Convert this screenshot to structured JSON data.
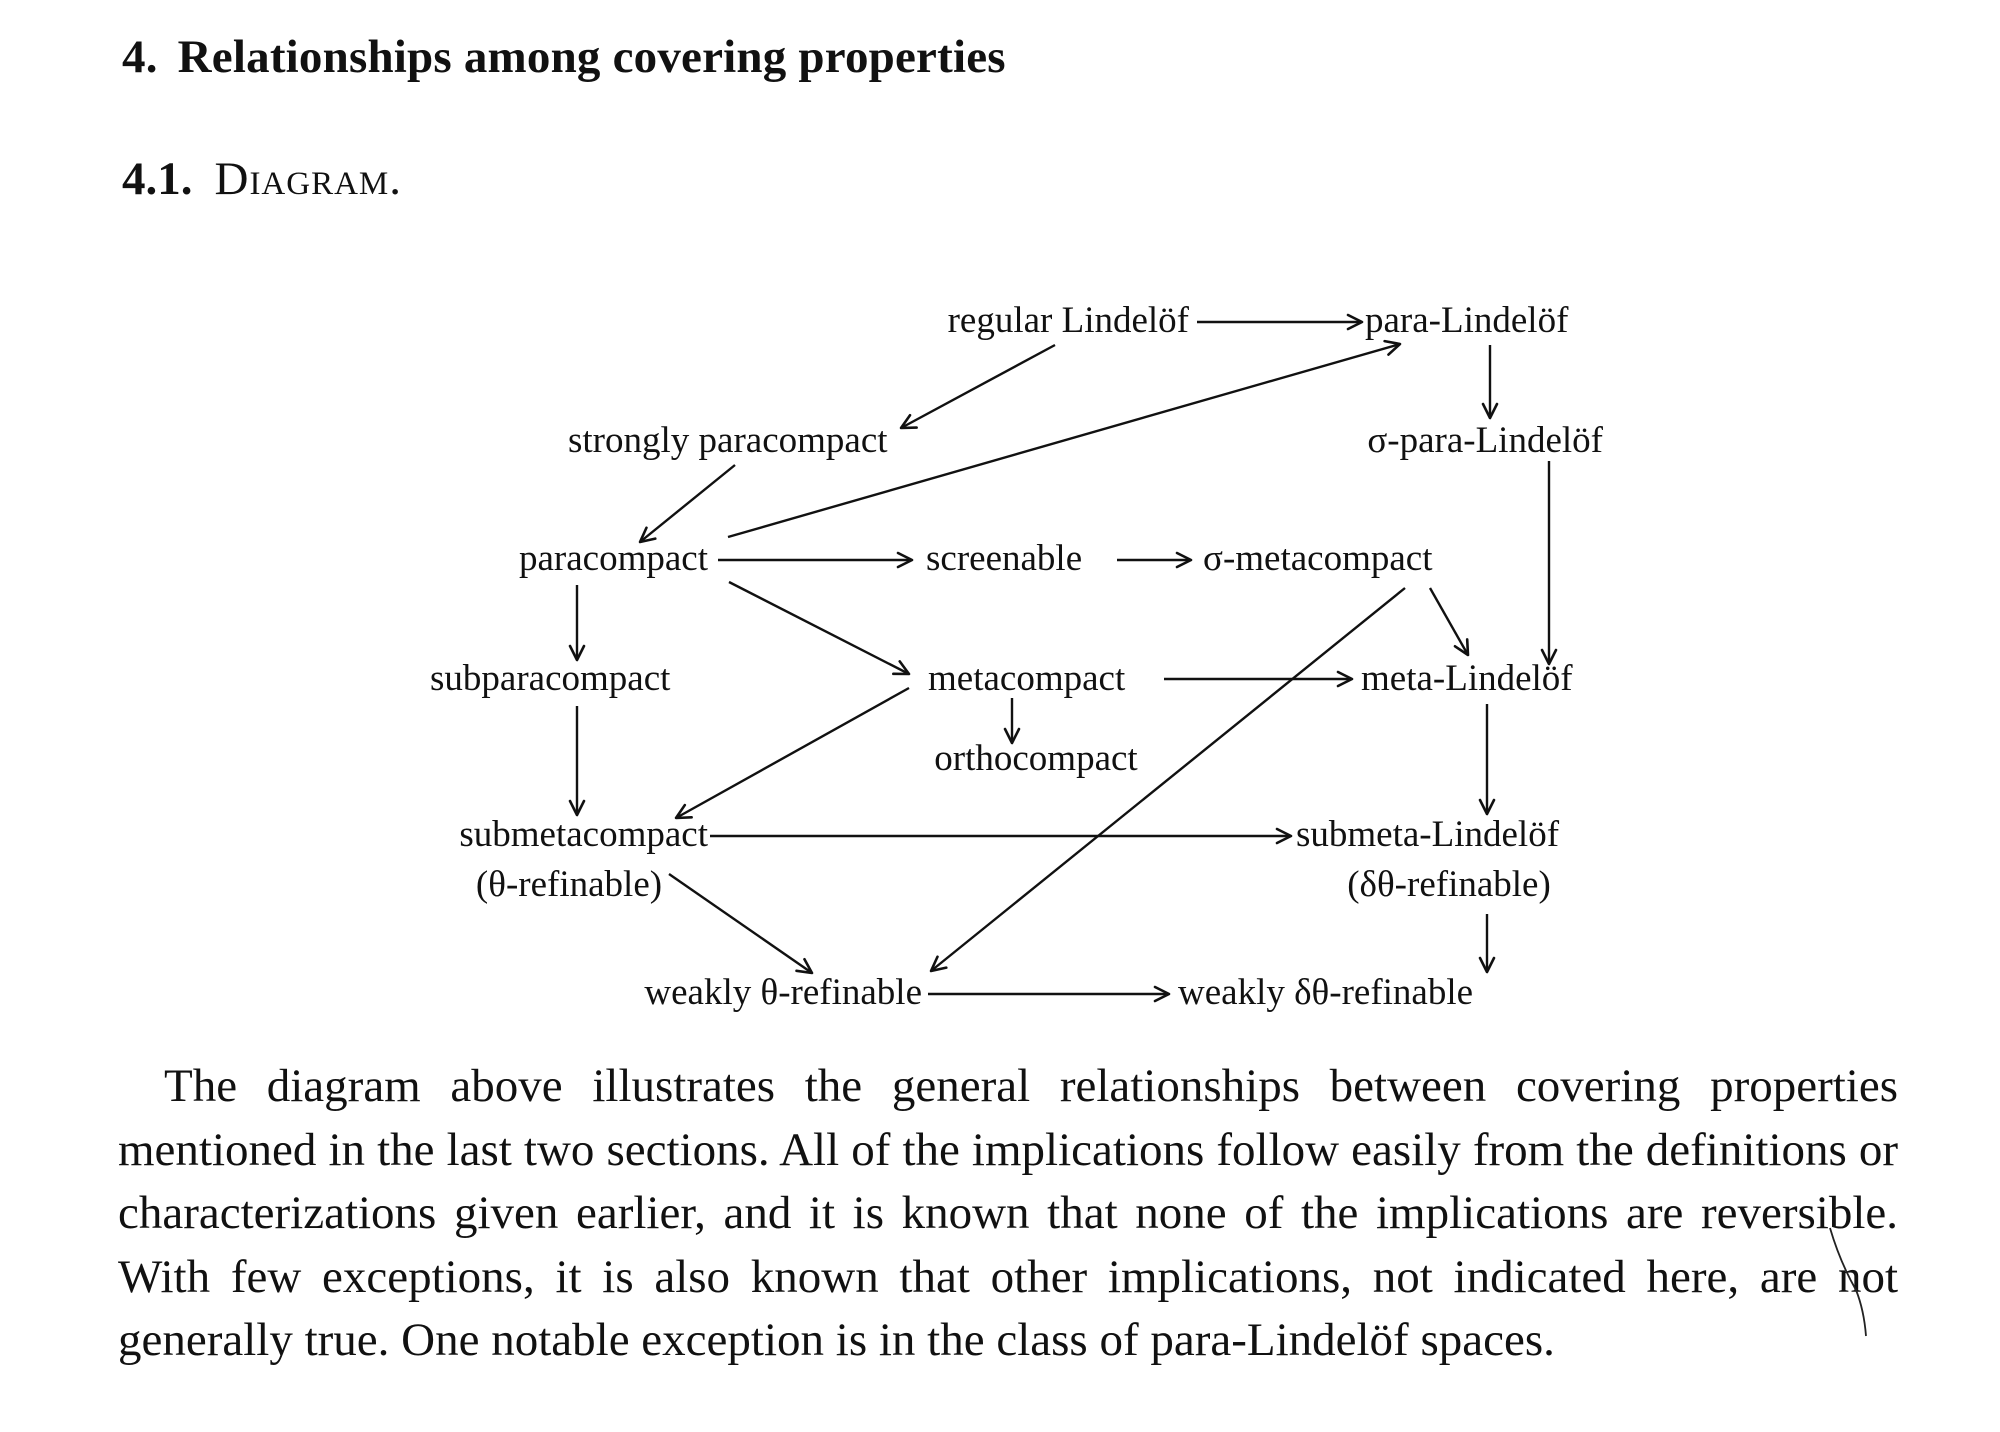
{
  "section": {
    "number": "4.",
    "title": "Relationships among covering properties"
  },
  "subsection": {
    "number": "4.1.",
    "title": "Diagram."
  },
  "diagram": {
    "nodes": {
      "regular_lindelof": "regular Lindelöf",
      "para_lindelof": "para-Lindelöf",
      "strongly_paracompact": "strongly paracompact",
      "sigma_para_lindelof": "σ-para-Lindelöf",
      "paracompact": "paracompact",
      "screenable": "screenable",
      "sigma_metacompact": "σ-metacompact",
      "subparacompact": "subparacompact",
      "metacompact": "metacompact",
      "meta_lindelof": "meta-Lindelöf",
      "orthocompact": "orthocompact",
      "submetacompact": "submetacompact",
      "theta_refinable": "(θ-refinable)",
      "submeta_lindelof": "submeta-Lindelöf",
      "delta_theta_refinable": "(δθ-refinable)",
      "weakly_theta_refinable": "weakly θ-refinable",
      "weakly_delta_theta_refinable": "weakly δθ-refinable"
    },
    "edges": [
      [
        "regular_lindelof",
        "para_lindelof"
      ],
      [
        "regular_lindelof",
        "strongly_paracompact"
      ],
      [
        "para_lindelof",
        "sigma_para_lindelof"
      ],
      [
        "strongly_paracompact",
        "paracompact"
      ],
      [
        "paracompact",
        "para_lindelof"
      ],
      [
        "paracompact",
        "screenable"
      ],
      [
        "screenable",
        "sigma_metacompact"
      ],
      [
        "paracompact",
        "subparacompact"
      ],
      [
        "paracompact",
        "metacompact"
      ],
      [
        "sigma_para_lindelof",
        "meta_lindelof"
      ],
      [
        "sigma_metacompact",
        "meta_lindelof"
      ],
      [
        "sigma_metacompact",
        "weakly_theta_refinable"
      ],
      [
        "metacompact",
        "meta_lindelof"
      ],
      [
        "metacompact",
        "orthocompact"
      ],
      [
        "metacompact",
        "submetacompact"
      ],
      [
        "subparacompact",
        "submetacompact"
      ],
      [
        "meta_lindelof",
        "submeta_lindelof"
      ],
      [
        "submetacompact",
        "submeta_lindelof"
      ],
      [
        "submetacompact",
        "weakly_theta_refinable"
      ],
      [
        "submeta_lindelof",
        "weakly_delta_theta_refinable"
      ],
      [
        "weakly_theta_refinable",
        "weakly_delta_theta_refinable"
      ]
    ]
  },
  "paragraph": {
    "lines": [
      "The diagram above illustrates the general relationships between covering",
      "properties mentioned in the last two sections. All of the implications follow easily",
      "from the definitions or characterizations given earlier, and it is known that none",
      "of the implications are reversible. With few exceptions, it is also known that other",
      "implications, not indicated here, are not generally true. One notable exception is",
      "in the class of para-Lindelöf spaces."
    ]
  }
}
